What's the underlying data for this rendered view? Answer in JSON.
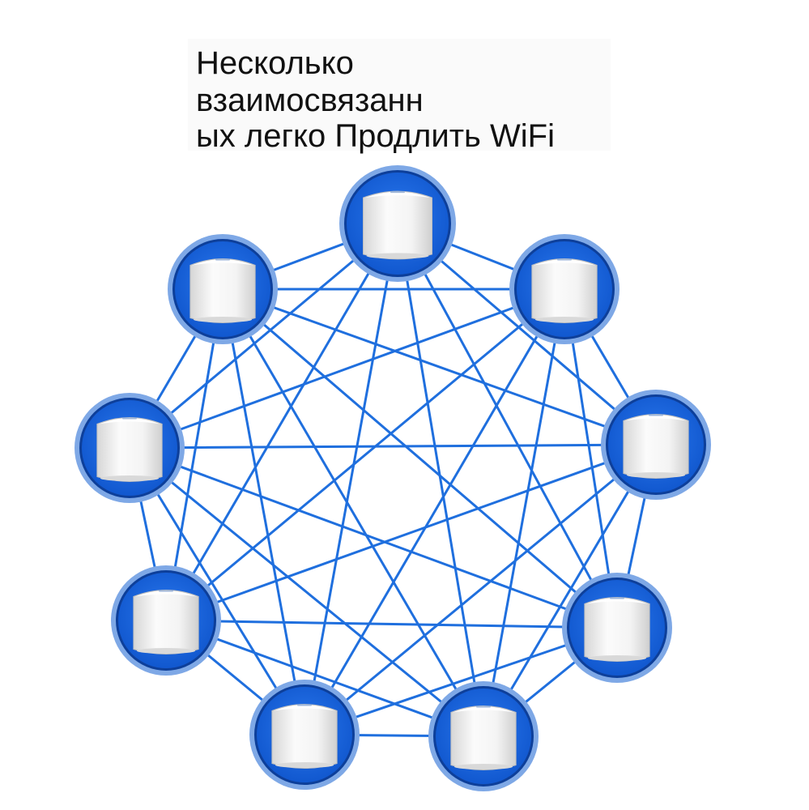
{
  "title": {
    "lines": [
      "Несколько",
      "взаимосвязанн",
      "ых легко Продлить WiFi"
    ]
  },
  "diagram": {
    "type": "mesh-network",
    "node_count": 9,
    "fully_connected": true,
    "node_icon": "wifi-mesh-router-icon",
    "colors": {
      "link": "#1f6fde",
      "node_fill": "#1565e0",
      "node_ring": "#7ea8e6",
      "device_body": "#f3f3f3"
    }
  }
}
